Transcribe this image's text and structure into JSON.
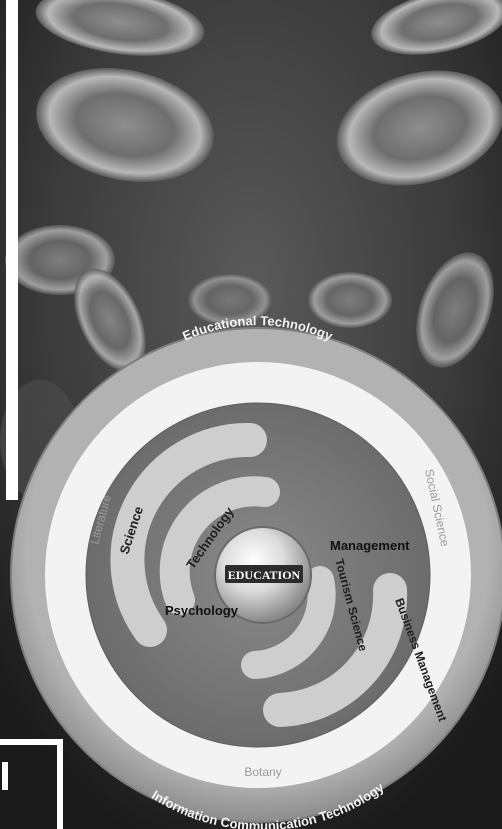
{
  "diagram": {
    "outer_ring": {
      "top": "Educational Technology",
      "bottom": "Information Communication Technology"
    },
    "middle_ring": {
      "left": "Literature",
      "right": "Social Science",
      "bottom": "Botany"
    },
    "inner_bands": {
      "science": "Science",
      "technology": "Technology",
      "tourism": "Tourism Science",
      "business": "Business Management"
    },
    "inner_labels": {
      "psychology": "Psychology",
      "management": "Management"
    },
    "center": "EDUCATION"
  },
  "colors": {
    "outer_ring": "#a9a9a9",
    "middle_ring": "#f2f2f2",
    "inner_disc": "#7a7a7a",
    "bands": "#cfcfcf"
  }
}
